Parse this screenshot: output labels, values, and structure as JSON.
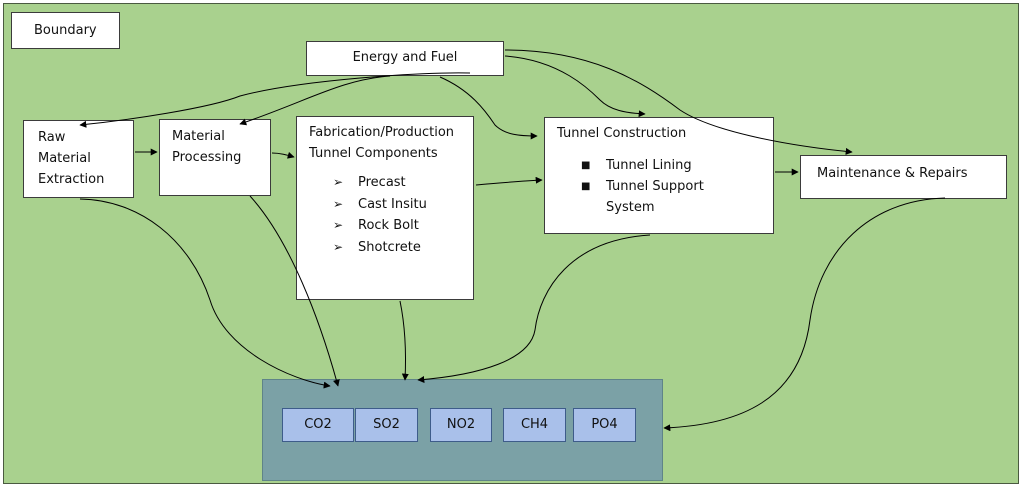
{
  "boundary_label": "Boundary",
  "energy_label": "Energy and Fuel",
  "raw_lines": [
    "Raw",
    "Material",
    "Extraction"
  ],
  "material_processing_lines": [
    "Material",
    "Processing"
  ],
  "fabrication": {
    "title_lines": [
      "Fabrication/Production",
      "Tunnel Components"
    ],
    "items": [
      "Precast",
      "Cast Insitu",
      "Rock Bolt",
      "Shotcrete"
    ],
    "marker": "➢"
  },
  "tunnel_construction": {
    "title": "Tunnel Construction",
    "items": [
      "Tunnel Lining",
      "Tunnel Support",
      "System"
    ],
    "marker": "■"
  },
  "maintenance_label": "Maintenance & Repairs",
  "emissions": [
    "CO2",
    "SO2",
    "NO2",
    "CH4",
    "PO4"
  ],
  "colors": {
    "boundary_fill": "#a9d18e",
    "emissions_fill": "#7ba1a6",
    "chip_fill": "#a9c0ea"
  }
}
